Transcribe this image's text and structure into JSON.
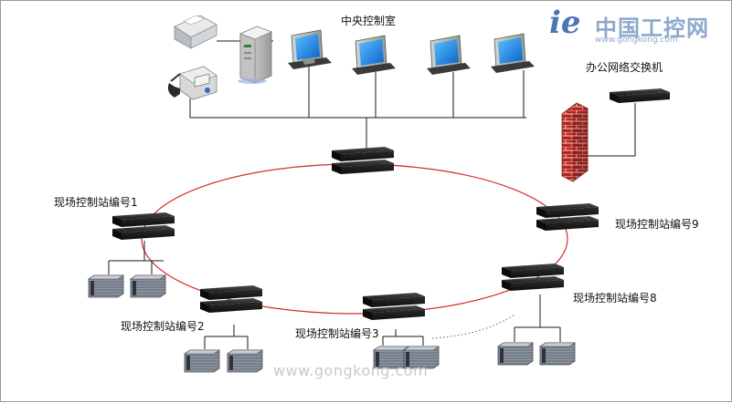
{
  "labels": {
    "control_room": "中央控制室",
    "office_switch": "办公网络交换机",
    "station1": "现场控制站编号1",
    "station2": "现场控制站编号2",
    "station3": "现场控制站编号3",
    "station8": "现场控制站编号8",
    "station9": "现场控制站编号9"
  },
  "logo": {
    "mark": "ie",
    "name": "中国工控网",
    "url": "www.gongkong.com"
  },
  "watermark": "www.gongkong.com",
  "colors": {
    "ring": "#d42a2a",
    "cable": "#1a1a1a",
    "switch": "#1e1e1e",
    "monitor_screen": "#1f8fe8",
    "firewall": "#b5251f",
    "logo": "#4d76b5"
  }
}
